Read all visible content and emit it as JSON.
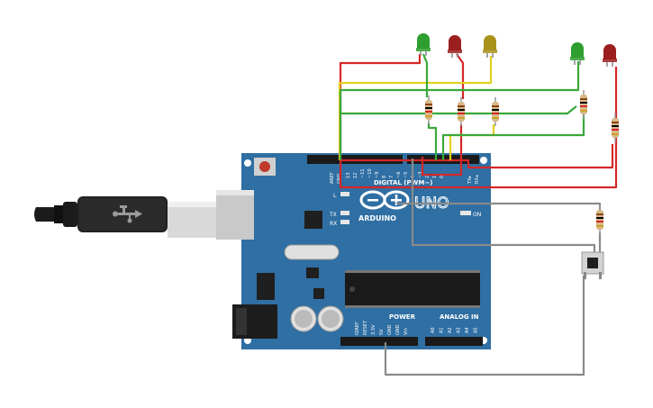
{
  "board": {
    "brand": "ARDUINO",
    "model": "UNO",
    "digital_label": "DIGITAL (PWM~)",
    "power_label": "POWER",
    "analog_label": "ANALOG IN",
    "on_label": "ON",
    "aref_label": "AREF",
    "gnd_label": "GND",
    "l_label": "L",
    "tx_label": "TX",
    "rx_label": "RX",
    "tx_pin_label": "TX▸",
    "rx_pin_label": "RX◂",
    "power_pins": [
      "IOREF",
      "RESET",
      "3.3V",
      "5V",
      "GND",
      "GND",
      "Vin"
    ],
    "analog_pins": [
      "A0",
      "A1",
      "A2",
      "A3",
      "A4",
      "A5"
    ],
    "digital_pins": [
      "13",
      "12",
      "~11",
      "~10",
      "~9",
      "8",
      "7",
      "~6",
      "~5",
      "4",
      "~3",
      "2",
      "1",
      "0"
    ]
  },
  "components": {
    "leds": [
      {
        "name": "green-led-1",
        "color": "#2e9e2e"
      },
      {
        "name": "red-led-1",
        "color": "#9c1f1f"
      },
      {
        "name": "yellow-led",
        "color": "#a8921b"
      },
      {
        "name": "green-led-2",
        "color": "#2e9e2e"
      },
      {
        "name": "red-led-2",
        "color": "#9c1f1f"
      }
    ],
    "resistor_count": 6,
    "pushbutton_count": 1,
    "usb_cable": "usb-b-cable-icon"
  },
  "colors": {
    "board": "#2f6fa3",
    "board_dark": "#255a86",
    "wire_red": "#d62728",
    "wire_green": "#3aa83a",
    "wire_yellow": "#e6cf1e",
    "wire_gray": "#8a8a8a",
    "resistor_body": "#d7b98a"
  }
}
